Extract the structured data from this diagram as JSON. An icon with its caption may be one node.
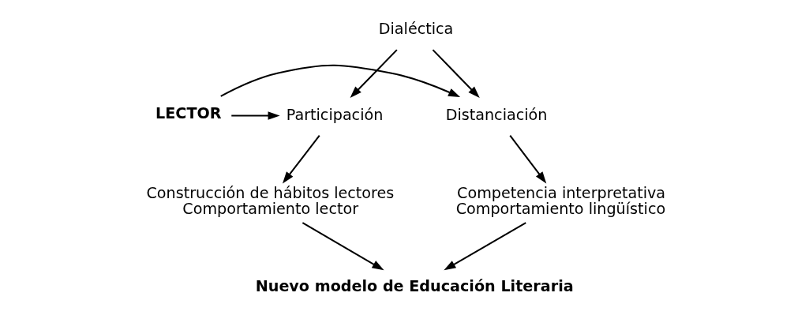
{
  "diagram": {
    "nodes": [
      {
        "text": [
          "Dialéctica"
        ]
      },
      {
        "text": [
          "Participación"
        ]
      },
      {
        "text": [
          "LECTOR"
        ]
      },
      {
        "text": [
          "Distanciación"
        ]
      },
      {
        "text": [
          "Construcción de hábitos lectores",
          "Comportamiento lector"
        ]
      },
      {
        "text": [
          "Competencia interpretativa",
          "Comportamiento lingüístico"
        ]
      },
      {
        "text": [
          "Nuevo modelo de Educación Literaria"
        ]
      }
    ],
    "edges": [
      {
        "from": 0,
        "to": 1,
        "arrow": "to"
      },
      {
        "from": 0,
        "to": 3,
        "arrow": "to"
      },
      {
        "from": 2,
        "to": 1,
        "arrow": "to"
      },
      {
        "from": 2,
        "to": 3,
        "arrow": "to"
      },
      {
        "from": 1,
        "to": 4,
        "arrow": "to"
      },
      {
        "from": 3,
        "to": 5,
        "arrow": "to"
      },
      {
        "from": 4,
        "to": 6,
        "arrow": "to"
      },
      {
        "from": 5,
        "to": 6,
        "arrow": "to"
      }
    ]
  }
}
